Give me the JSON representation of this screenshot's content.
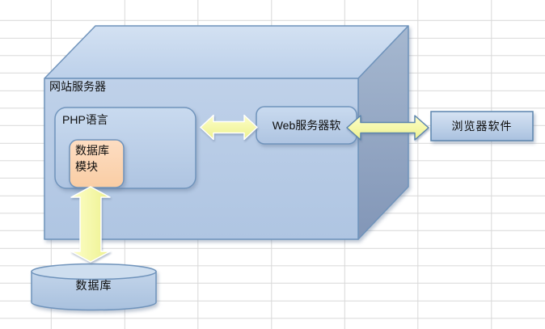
{
  "diagram": {
    "server_box": {
      "label": "网站服务器"
    },
    "php_box": {
      "label": "PHP语言"
    },
    "db_module_box": {
      "line1": "数据库",
      "line2": "模块"
    },
    "web_server_box": {
      "label": "Web服务器软"
    },
    "browser_box": {
      "label": "浏览器软件"
    },
    "database_cylinder": {
      "label": "数据库"
    },
    "connections": [
      {
        "from": "PHP语言",
        "to": "Web服务器软",
        "type": "double-arrow"
      },
      {
        "from": "Web服务器软",
        "to": "浏览器软件",
        "type": "double-arrow"
      },
      {
        "from": "数据库模块",
        "to": "数据库",
        "type": "double-arrow"
      }
    ],
    "colors": {
      "box_fill": "#b7cbe6",
      "box_top_fill": "#cbdcef",
      "box_side_fill": "#93a9c6",
      "box_border": "#6f93bb",
      "module_fill": "#fbd4b4",
      "arrow_fill": "#f3f795",
      "browser_border": "#5c85ae",
      "grid_line": "#d8d8d8",
      "text": "#0d0d0d"
    }
  }
}
